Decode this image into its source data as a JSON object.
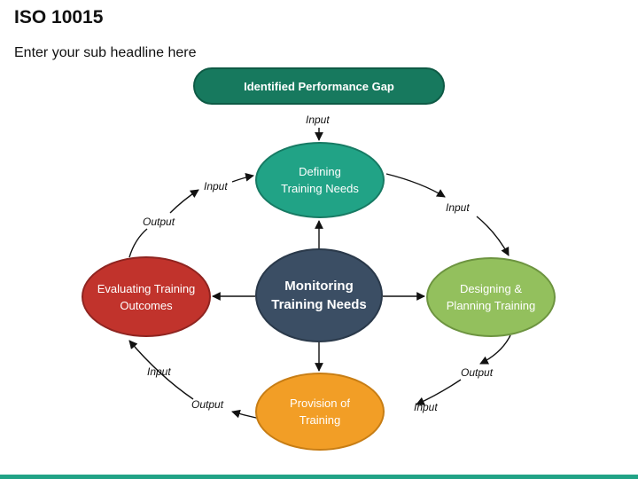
{
  "header": {
    "title": "ISO 10015",
    "subtitle": "Enter your sub headline here"
  },
  "top_box": {
    "label": "Identified Performance Gap"
  },
  "nodes": {
    "defining": {
      "line1": "Defining",
      "line2": "Training Needs"
    },
    "monitoring": {
      "line1": "Monitoring",
      "line2": "Training Needs"
    },
    "designing": {
      "line1": "Designing &",
      "line2": "Planning Training"
    },
    "evaluating": {
      "line1": "Evaluating Training",
      "line2": "Outcomes"
    },
    "provision": {
      "line1": "Provision of",
      "line2": "Training"
    }
  },
  "flow_labels": {
    "top_input": "Input",
    "define_to_design_input": "Input",
    "design_output": "Output",
    "provision_input": "Input",
    "provision_output": "Output",
    "eval_input": "Input",
    "eval_output": "Output",
    "define_input": "Input"
  },
  "colors": {
    "top_box": "#17795e",
    "defining": "#21a386",
    "monitoring": "#3b4e64",
    "designing": "#93c05d",
    "evaluating": "#c1332c",
    "provision": "#f29e26",
    "accent_bar": "#21a386"
  }
}
